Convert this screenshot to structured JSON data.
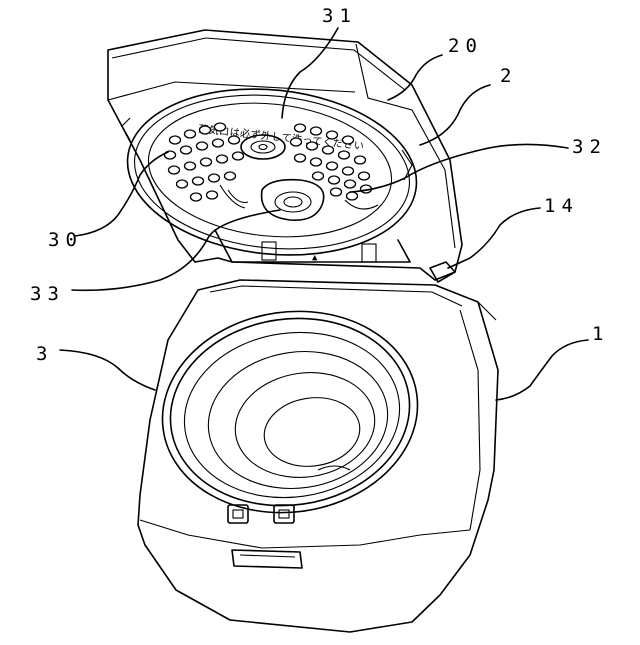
{
  "figure": {
    "labels": [
      {
        "id": "label-1",
        "text": "1"
      },
      {
        "id": "label-2",
        "text": "2"
      },
      {
        "id": "label-3",
        "text": "3"
      },
      {
        "id": "label-14",
        "text": "14"
      },
      {
        "id": "label-20",
        "text": "20"
      },
      {
        "id": "label-30",
        "text": "30"
      },
      {
        "id": "label-31",
        "text": "31"
      },
      {
        "id": "label-32",
        "text": "32"
      },
      {
        "id": "label-33",
        "text": "33"
      }
    ],
    "lid_inscription": "蒸気口は必ず外して洗ってください",
    "arrow_mark": "▲"
  }
}
